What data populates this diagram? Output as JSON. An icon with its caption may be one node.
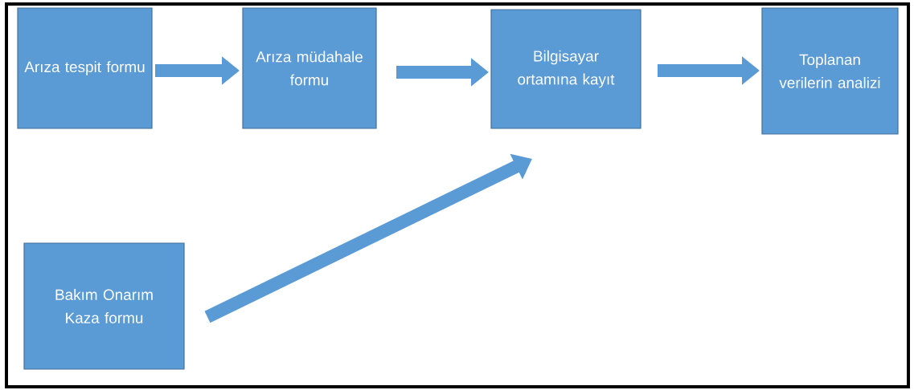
{
  "diagram": {
    "nodes": [
      {
        "text": [
          "Arıza tespit formu"
        ]
      },
      {
        "text": [
          "Arıza müdahale formu"
        ]
      },
      {
        "text": [
          "Bilgisayar ortamına kayıt"
        ]
      },
      {
        "text": [
          "Toplanan verilerin analizi"
        ]
      },
      {
        "text": [
          "Bakım Onarım Kaza formu"
        ]
      }
    ],
    "edges": [
      {
        "from": 0,
        "to": 1,
        "arrow": "to"
      },
      {
        "from": 1,
        "to": 2,
        "arrow": "to"
      },
      {
        "from": 2,
        "to": 3,
        "arrow": "to"
      },
      {
        "from": 4,
        "to": 2,
        "arrow": "to"
      }
    ]
  }
}
